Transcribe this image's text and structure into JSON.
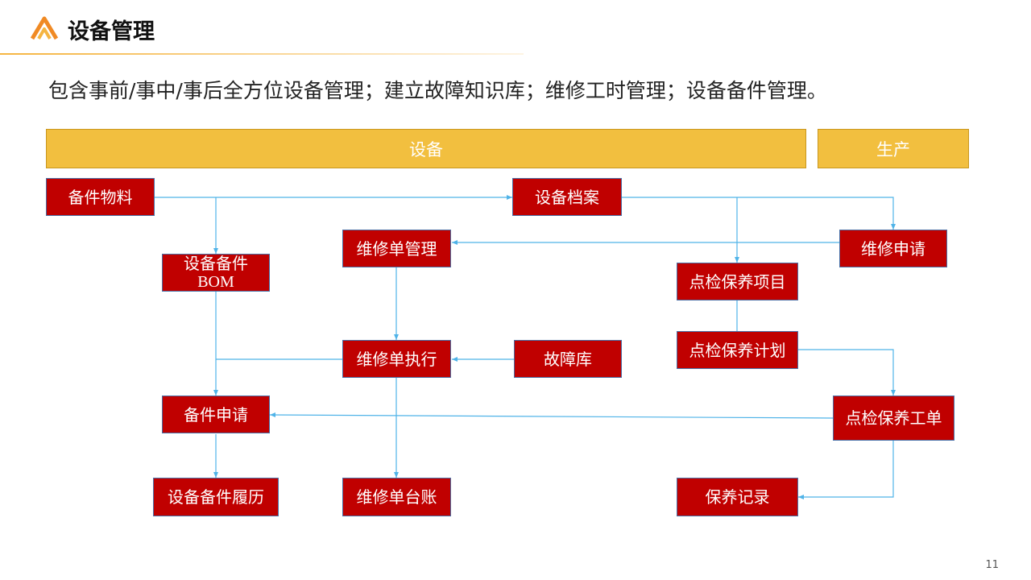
{
  "header": {
    "title": "设备管理"
  },
  "subtitle": "包含事前/事中/事后全方位设备管理；建立故障知识库；维修工时管理；设备备件管理。",
  "bands": {
    "equipment": "设备",
    "production": "生产"
  },
  "nodes": {
    "spare_materials": "备件物料",
    "equipment_archive": "设备档案",
    "repair_request": "维修申请",
    "repair_order_mgmt": "维修单管理",
    "spare_bom_line1": "设备备件",
    "spare_bom_line2": "BOM",
    "inspection_items": "点检保养项目",
    "inspection_plan": "点检保养计划",
    "repair_order_exec": "维修单执行",
    "fault_library": "故障库",
    "spare_request": "备件申请",
    "inspection_work_order": "点检保养工单",
    "spare_history": "设备备件履历",
    "repair_ledger": "维修单台账",
    "maintenance_record": "保养记录"
  },
  "colors": {
    "band": "#f2bf3f",
    "node": "#c00000",
    "connector": "#4fb3e8",
    "logo": "#f08a24"
  },
  "page_number": "11"
}
